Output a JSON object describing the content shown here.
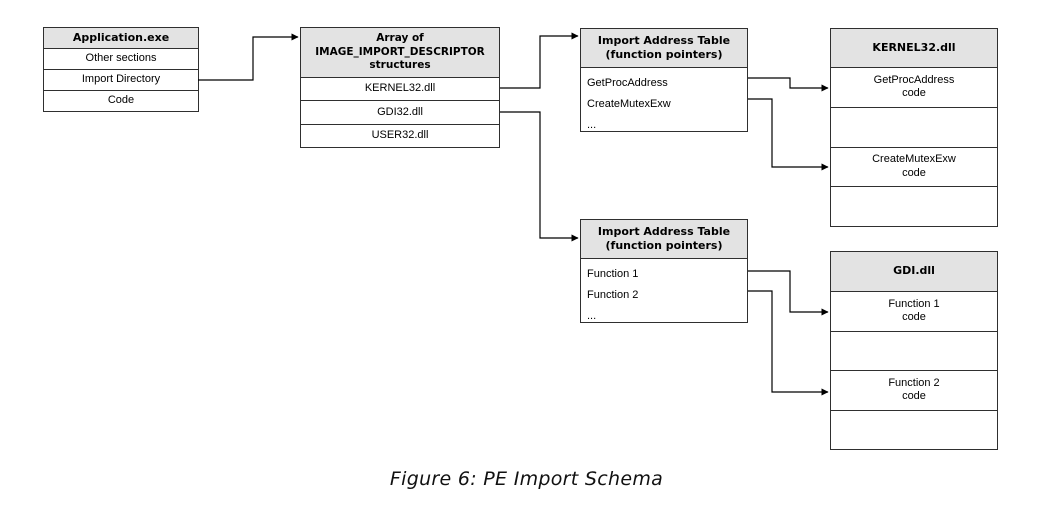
{
  "figure": {
    "caption": "Figure 6: PE Import Schema"
  },
  "colors": {
    "header_fill": "#e3e3e3",
    "border": "#2f2f2f",
    "arrow": "#000000",
    "background": "#ffffff"
  },
  "boxes": {
    "application": {
      "title": "Application.exe",
      "rows": [
        "Other sections",
        "Import Directory",
        "Code"
      ]
    },
    "descriptor_array": {
      "title": "Array of\nIMAGE_IMPORT_DESCRIPTOR\nstructures",
      "rows": [
        "KERNEL32.dll",
        "GDI32.dll",
        "USER32.dll"
      ]
    },
    "iat_kernel": {
      "title": "Import Address Table\n(function pointers)",
      "entries": [
        "GetProcAddress",
        "CreateMutexExw",
        "..."
      ]
    },
    "kernel_dll": {
      "title": "KERNEL32.dll",
      "rows": [
        "GetProcAddress\ncode",
        "",
        "CreateMutexExw\ncode",
        ""
      ]
    },
    "iat_gdi": {
      "title": "Import Address Table\n(function pointers)",
      "entries": [
        "Function 1",
        "Function 2",
        "..."
      ]
    },
    "gdi_dll": {
      "title": "GDI.dll",
      "rows": [
        "Function 1\ncode",
        "",
        "Function 2\ncode",
        ""
      ]
    }
  }
}
